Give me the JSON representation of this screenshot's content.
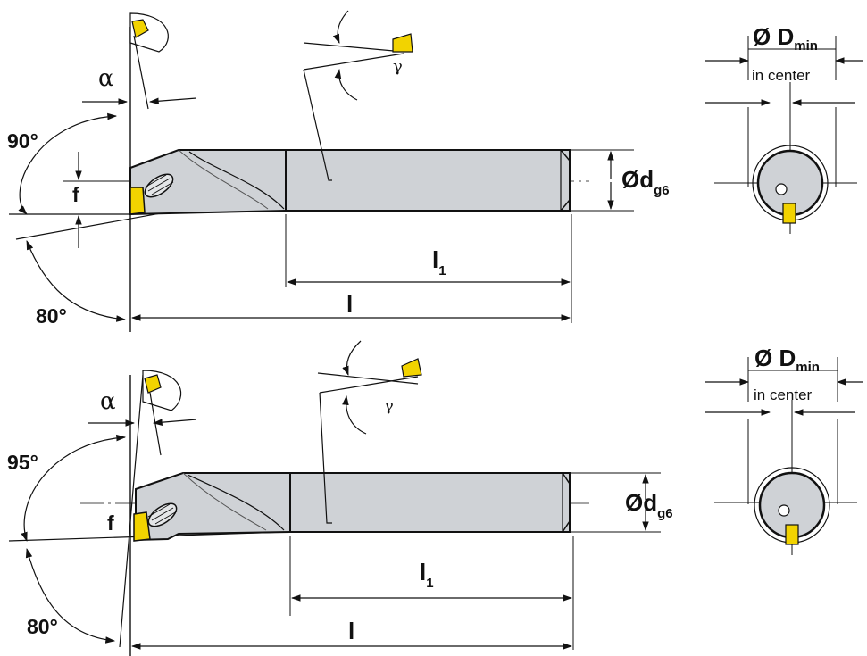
{
  "colors": {
    "body_fill": "#cfd2d6",
    "insert_fill": "#f2d300",
    "line": "#111111",
    "bg": "#ffffff"
  },
  "top": {
    "alpha": "α",
    "gamma": "γ",
    "angle_upper": "90°",
    "angle_lower": "80°",
    "f": "f",
    "l1": "l",
    "l1_sub": "1",
    "l": "l",
    "dia": "Ød",
    "dia_sub": "g6",
    "dmin": "Ø D",
    "dmin_sub": "min",
    "in_center": "in center"
  },
  "bottom": {
    "alpha": "α",
    "gamma": "γ",
    "angle_upper": "95°",
    "angle_lower": "80°",
    "f": "f",
    "l1": "l",
    "l1_sub": "1",
    "l": "l",
    "dia": "Ød",
    "dia_sub": "g6",
    "dmin": "Ø D",
    "dmin_sub": "min",
    "in_center": "in center"
  }
}
